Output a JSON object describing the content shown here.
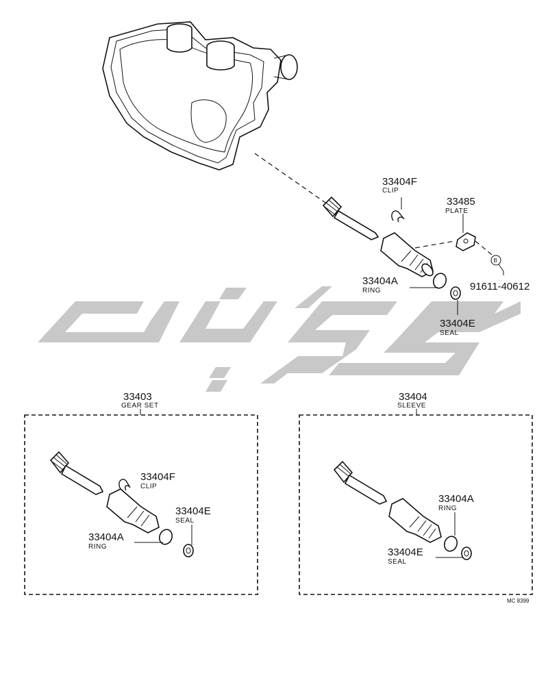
{
  "main_view": {
    "clip": {
      "number": "33404F",
      "name": "CLIP"
    },
    "plate": {
      "number": "33485",
      "name": "PLATE"
    },
    "ring": {
      "number": "33404A",
      "name": "RING"
    },
    "bolt": {
      "number": "91611-40612",
      "symbol": "B"
    },
    "seal": {
      "number": "33404E",
      "name": "SEAL"
    }
  },
  "gear_set_box": {
    "number": "33403",
    "name": "GEAR SET",
    "clip": {
      "number": "33404F",
      "name": "CLIP"
    },
    "seal": {
      "number": "33404E",
      "name": "SEAL"
    },
    "ring": {
      "number": "33404A",
      "name": "RING"
    }
  },
  "sleeve_box": {
    "number": "33404",
    "name": "SLEEVE",
    "ring": {
      "number": "33404A",
      "name": "RING"
    },
    "seal": {
      "number": "33404E",
      "name": "SEAL"
    }
  },
  "drawing_code": "MC 8399",
  "watermark": {
    "color": "#c8c8c8"
  }
}
